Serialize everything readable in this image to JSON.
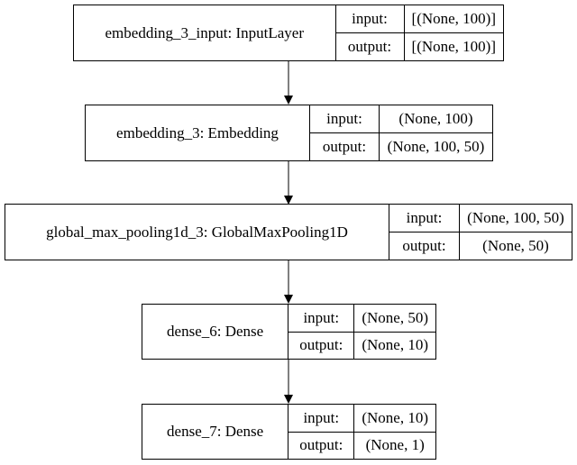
{
  "layers": [
    {
      "name": "embedding_3_input: InputLayer",
      "input_label": "input:",
      "output_label": "output:",
      "input": "[(None, 100)]",
      "output": "[(None, 100)]"
    },
    {
      "name": "embedding_3: Embedding",
      "input_label": "input:",
      "output_label": "output:",
      "input": "(None, 100)",
      "output": "(None, 100, 50)"
    },
    {
      "name": "global_max_pooling1d_3: GlobalMaxPooling1D",
      "input_label": "input:",
      "output_label": "output:",
      "input": "(None, 100, 50)",
      "output": "(None, 50)"
    },
    {
      "name": "dense_6: Dense",
      "input_label": "input:",
      "output_label": "output:",
      "input": "(None, 50)",
      "output": "(None, 10)"
    },
    {
      "name": "dense_7: Dense",
      "input_label": "input:",
      "output_label": "output:",
      "input": "(None, 10)",
      "output": "(None, 1)"
    }
  ]
}
